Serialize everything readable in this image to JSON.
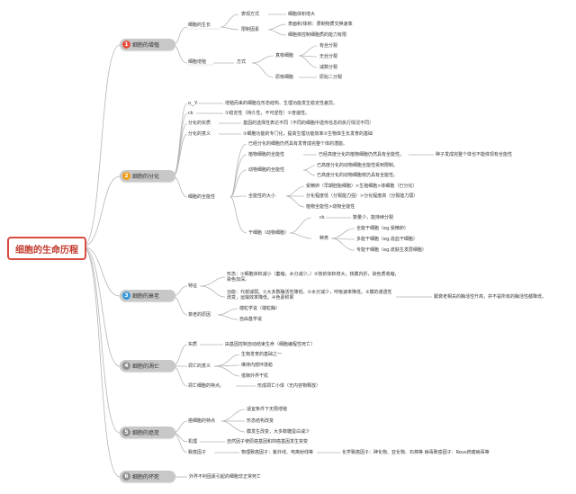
{
  "root": "细胞的生命历程",
  "colors": {
    "line": "#b0b0b0",
    "root_border": "#d84b41",
    "t1": "#e74c3c",
    "t2": "#f39c12",
    "t3": "#3498db",
    "t4": "#8e8e8e",
    "t5": "#8e8e8e",
    "t6": "#8e8e8e"
  },
  "topics": [
    {
      "num": "1",
      "label": "细胞的增殖"
    },
    {
      "num": "2",
      "label": "细胞的分化"
    },
    {
      "num": "3",
      "label": "细胞的衰老"
    },
    {
      "num": "4",
      "label": "细胞的凋亡"
    },
    {
      "num": "5",
      "label": "细胞的癌变"
    },
    {
      "num": "6",
      "label": "细胞的坏死"
    }
  ],
  "t1": {
    "growth": "细胞的生长",
    "expr": "表现方式",
    "expr_val": "细胞体积增大",
    "limit": "限制因素",
    "limit1": "表面积/体积：限制物质交换速率",
    "limit2": "细胞核控制细胞质的能力有限",
    "prolif": "细胞增殖",
    "method": "方式",
    "euk": "真核细胞",
    "euk1": "有丝分裂",
    "euk2": "无丝分裂",
    "euk3": "减数分裂",
    "pro": "原核细胞",
    "pro1": "原始二分裂"
  },
  "t2": {
    "l1": "o‿Y",
    "l1v": "增殖而来的细胞在形态结构、生理功能发生稳定性差异。",
    "l2": "ck",
    "l2v": "①稳定性（持久性，不可逆性）②普遍性。",
    "l3": "分化的实质",
    "l3v": "基因的选择性表达不同（不同的细胞中遗传信息的执行情况不同）",
    "l4": "分化的意义",
    "l4v": "①细胞功能的专门化，提高生理功能效率②生物体生长发育的基础",
    "tot": "细胞的全能性",
    "tot0": "已经分化的细胞仍然具有发育成完整个体的潜能。",
    "plant": "植物细胞的全能性",
    "plant_v": "已经高度分化的植物细胞仍然具有全能性。",
    "plant_v2": "种子发成完整个体也不能体现有全能性",
    "animal": "动物细胞的全能性",
    "animal1": "已高度分化的动物细胞全能性受到限制。",
    "animal2": "已高度分化的动物细胞核仍具有全能性。",
    "size": "全能性的大小",
    "size1": "受精卵（早期胚胎细胞）>生殖细胞>体细胞（已分化）",
    "size2": "分化程度低（分裂能力强）>分化程度高（分裂能力弱）",
    "size3": "植物全能性>动物全能性",
    "stem": "干细胞（动物细胞）",
    "concept": "ck",
    "concept_v": "数量少，能持续分裂",
    "kind": "种类",
    "k1": "全能干细胞（eg.受精卵）",
    "k2": "多能干细胞（eg.造血干细胞）",
    "k3": "专能干细胞（eg.皮肤生发层细胞）"
  },
  "t3": {
    "feat": "特征",
    "feat1": "形态：①细胞体积减小（萎缩，水分减少。）②核的体积增大，核膜内折，染色质收缩，染色加深。",
    "feat2": "功能：代谢减弱。①大多数酶活性降低。②水分减少，呼吸速率降低。③膜的通透性改变，运输效率降低。④色素积累",
    "feat3": "跟衰老相关的酶活性升高，并不是所有的酶活性都降低。",
    "reason": "衰老的原因",
    "r1": "端粒学说（端粒酶）",
    "r2": "自由基学说"
  },
  "t4": {
    "ess": "实质",
    "ess_v": "由基因控制自动结束生命（细胞编程性死亡）",
    "mean": "凋亡的意义",
    "m1": "生物发育的基础之一",
    "m2": "维持内部环境稳",
    "m3": "抵御外界干扰",
    "trait": "凋亡细胞的特点。",
    "trait_v": "形成凋亡小体（无内容物释放）"
  },
  "t5": {
    "feat": "癌细胞的特点",
    "f1": "适宜条件下无限增殖",
    "f2": "形态结构改变",
    "f3": "膜发生改变，大多数糖蛋白减少",
    "mech": "机理",
    "mech_v": "自然因子使原癌基因和抑癌基因发生突变",
    "factor": "致癌因子",
    "factor_v": "物理致癌因子：紫外线、电离射线等",
    "factor_v2": "化学致癌因子：砷化物、亚化物、石棉等 病毒致癌因子：Rous肉瘤病毒等"
  },
  "t6": {
    "v": "外界不利因素引起的细胞非正常死亡"
  }
}
